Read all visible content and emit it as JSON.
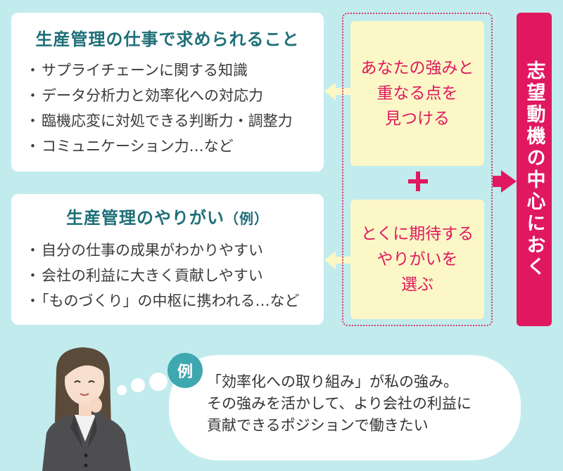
{
  "card1": {
    "title": "生産管理の仕事で求められること",
    "items": [
      "サプライチェーンに関する知識",
      "データ分析力と効率化への対応力",
      "臨機応変に対処できる判断力・調整力",
      "コミュニケーション力…など"
    ]
  },
  "card2": {
    "title_main": "生産管理のやりがい",
    "title_sub": "（例）",
    "items": [
      "自分の仕事の成果がわかりやすい",
      "会社の利益に大きく貢献しやすい",
      "「ものづくり」の中枢に携われる…など"
    ]
  },
  "yellow1": "あなたの強みと\n重なる点を\n見つける",
  "yellow2": "とくに期待する\nやりがいを\n選ぶ",
  "pink_bar": "志望動機の中心におく",
  "example": {
    "badge": "例",
    "text": "「効率化への取り組み」が私の強み。\nその強みを活かして、より会社の利益に\n貢献できるポジションで働きたい"
  },
  "colors": {
    "background": "#c2ebee",
    "title_teal": "#1f6f78",
    "accent_pink": "#e0185f",
    "yellow": "#fbf7c6",
    "badge_teal": "#3fa7b0"
  }
}
